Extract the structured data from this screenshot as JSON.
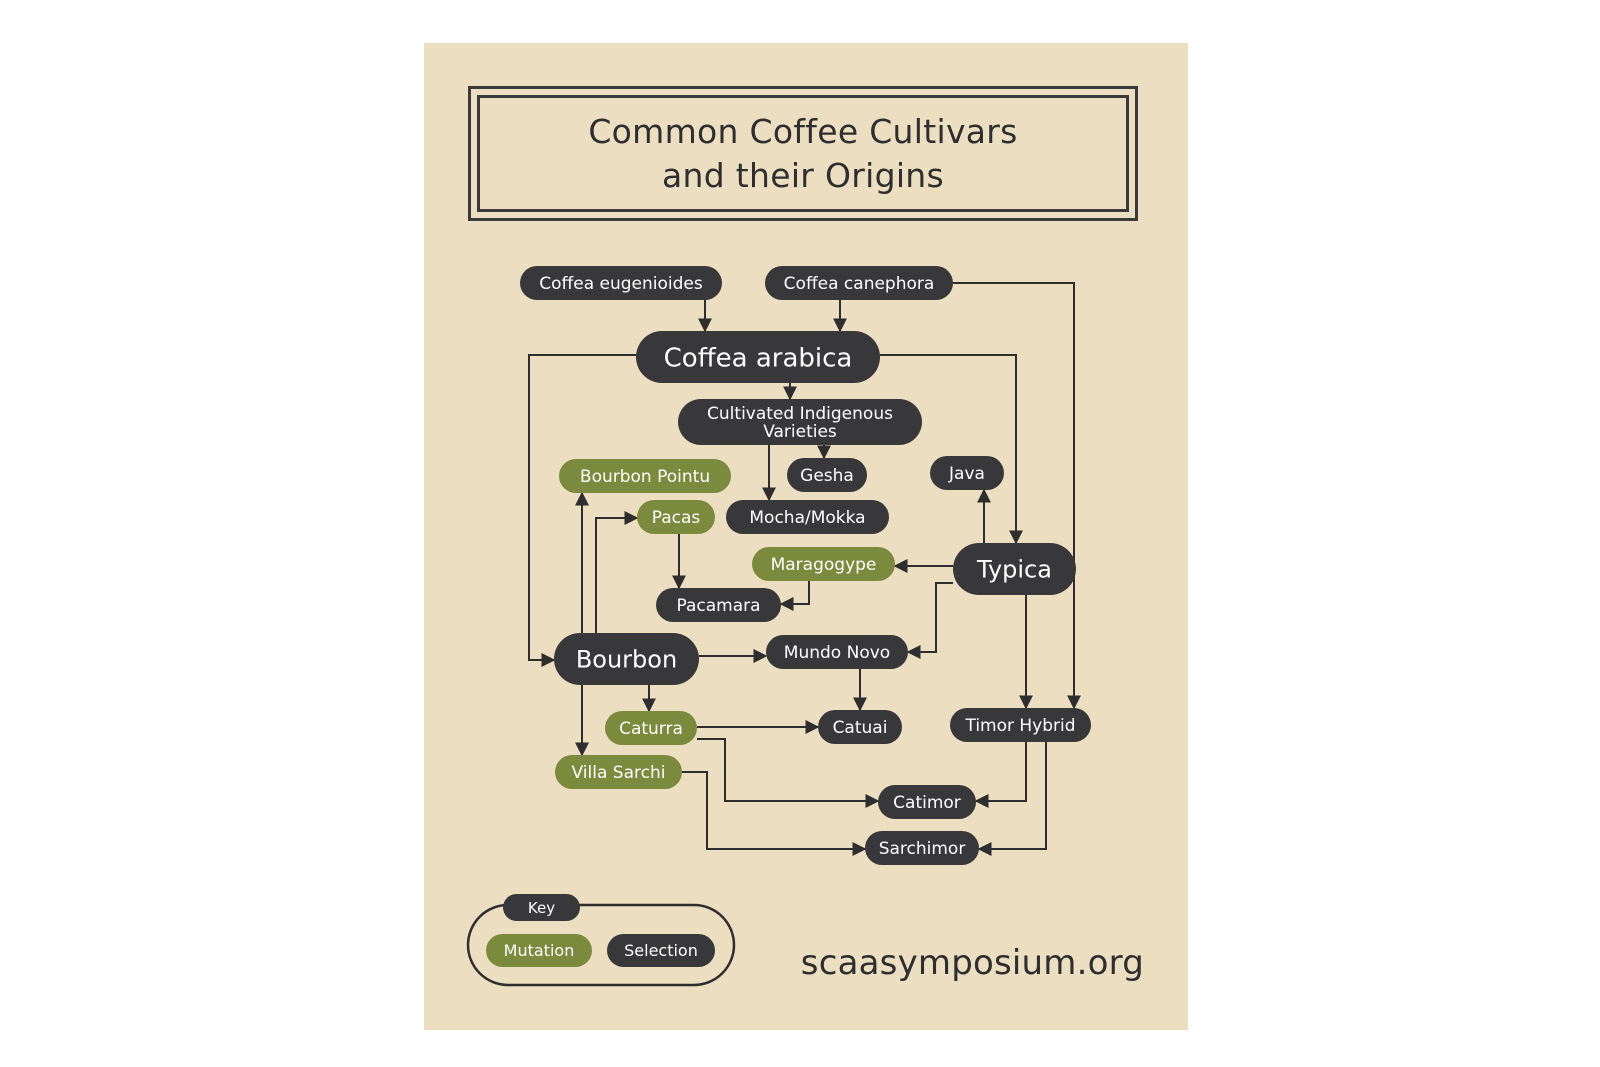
{
  "title": {
    "line1": "Common Coffee Cultivars",
    "line2": "and their Origins"
  },
  "website": "scaasymposium.org",
  "colors": {
    "background": "#ecdec1",
    "selection": "#38383a",
    "mutation": "#7b8a3c",
    "text_dark": "#2e2e2e",
    "arrow": "#2e2e2e"
  },
  "key": {
    "title": "Key",
    "mutation": "Mutation",
    "selection": "Selection"
  },
  "nodes": {
    "eugenioides": {
      "label": "Coffea eugenioides",
      "type": "selection"
    },
    "canephora": {
      "label": "Coffea canephora",
      "type": "selection"
    },
    "arabica": {
      "label": "Coffea arabica",
      "type": "selection"
    },
    "indigenous": {
      "label": "Cultivated Indigenous Varieties",
      "type": "selection"
    },
    "gesha": {
      "label": "Gesha",
      "type": "selection"
    },
    "java": {
      "label": "Java",
      "type": "selection"
    },
    "bourbon_pointu": {
      "label": "Bourbon Pointu",
      "type": "mutation"
    },
    "pacas": {
      "label": "Pacas",
      "type": "mutation"
    },
    "mocha": {
      "label": "Mocha/Mokka",
      "type": "selection"
    },
    "maragogype": {
      "label": "Maragogype",
      "type": "mutation"
    },
    "typica": {
      "label": "Typica",
      "type": "selection"
    },
    "pacamara": {
      "label": "Pacamara",
      "type": "selection"
    },
    "bourbon": {
      "label": "Bourbon",
      "type": "selection"
    },
    "mundo_novo": {
      "label": "Mundo Novo",
      "type": "selection"
    },
    "caturra": {
      "label": "Caturra",
      "type": "mutation"
    },
    "catuai": {
      "label": "Catuai",
      "type": "selection"
    },
    "timor": {
      "label": "Timor Hybrid",
      "type": "selection"
    },
    "villa_sarchi": {
      "label": "Villa Sarchi",
      "type": "mutation"
    },
    "catimor": {
      "label": "Catimor",
      "type": "selection"
    },
    "sarchimor": {
      "label": "Sarchimor",
      "type": "selection"
    }
  },
  "edges": [
    [
      "eugenioides",
      "arabica"
    ],
    [
      "canephora",
      "arabica"
    ],
    [
      "canephora",
      "timor"
    ],
    [
      "arabica",
      "indigenous"
    ],
    [
      "arabica",
      "bourbon"
    ],
    [
      "arabica",
      "typica"
    ],
    [
      "indigenous",
      "gesha"
    ],
    [
      "indigenous",
      "mocha"
    ],
    [
      "typica",
      "java"
    ],
    [
      "typica",
      "maragogype"
    ],
    [
      "typica",
      "mundo_novo"
    ],
    [
      "typica",
      "timor"
    ],
    [
      "bourbon",
      "bourbon_pointu"
    ],
    [
      "bourbon",
      "pacas"
    ],
    [
      "bourbon",
      "mundo_novo"
    ],
    [
      "bourbon",
      "caturra"
    ],
    [
      "bourbon",
      "villa_sarchi"
    ],
    [
      "pacas",
      "pacamara"
    ],
    [
      "maragogype",
      "pacamara"
    ],
    [
      "mundo_novo",
      "catuai"
    ],
    [
      "caturra",
      "catuai"
    ],
    [
      "caturra",
      "catimor"
    ],
    [
      "timor",
      "catimor"
    ],
    [
      "villa_sarchi",
      "sarchimor"
    ],
    [
      "timor",
      "sarchimor"
    ]
  ]
}
